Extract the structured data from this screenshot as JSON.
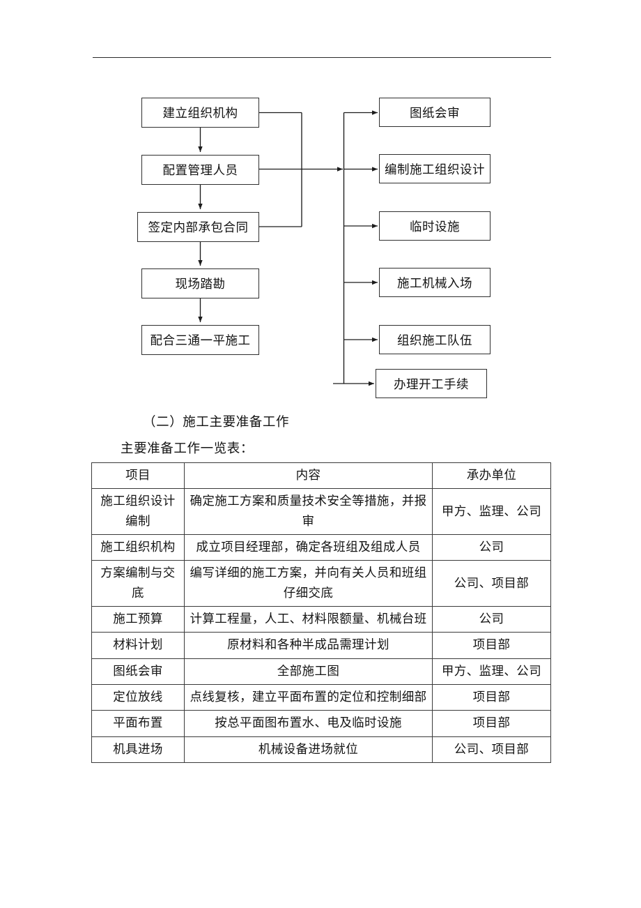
{
  "document": {
    "section_heading": "（二）施工主要准备工作",
    "table_caption": "主要准备工作一览表："
  },
  "flowchart": {
    "left_boxes": [
      {
        "label": "建立组织机构"
      },
      {
        "label": "配置管理人员"
      },
      {
        "label": "签定内部承包合同"
      },
      {
        "label": "现场踏勘"
      },
      {
        "label": "配合三通一平施工"
      }
    ],
    "right_boxes": [
      {
        "label": "图纸会审"
      },
      {
        "label": "编制施工组织设计"
      },
      {
        "label": "临时设施"
      },
      {
        "label": "施工机械入场"
      },
      {
        "label": "组织施工队伍"
      },
      {
        "label": "办理开工手续"
      }
    ]
  },
  "table": {
    "headers": [
      "项目",
      "内容",
      "承办单位"
    ],
    "rows": [
      {
        "item": "施工组织设计编制",
        "content": "确定施工方案和质量技术安全等措施，并报审",
        "unit": "甲方、监理、公司"
      },
      {
        "item": "施工组织机构",
        "content": "成立项目经理部，确定各班组及组成人员",
        "unit": "公司"
      },
      {
        "item": "方案编制与交底",
        "content": "编写详细的施工方案，并向有关人员和班组仔细交底",
        "unit": "公司、项目部"
      },
      {
        "item": "施工预算",
        "content": "计算工程量，人工、材料限额量、机械台班",
        "unit": "公司"
      },
      {
        "item": "材料计划",
        "content": "原材料和各种半成品需理计划",
        "unit": "项目部"
      },
      {
        "item": "图纸会审",
        "content": "全部施工图",
        "unit": "甲方、监理、公司"
      },
      {
        "item": "定位放线",
        "content": "点线复核，建立平面布置的定位和控制细部",
        "unit": "项目部"
      },
      {
        "item": "平面布置",
        "content": "按总平面图布置水、电及临时设施",
        "unit": "项目部"
      },
      {
        "item": "机具进场",
        "content": "机械设备进场就位",
        "unit": "公司、项目部"
      }
    ]
  },
  "colors": {
    "ink": "#141414",
    "rule": "#2b2b2b",
    "box_border": "#2f2f2f",
    "page_background": "#ffffff"
  }
}
